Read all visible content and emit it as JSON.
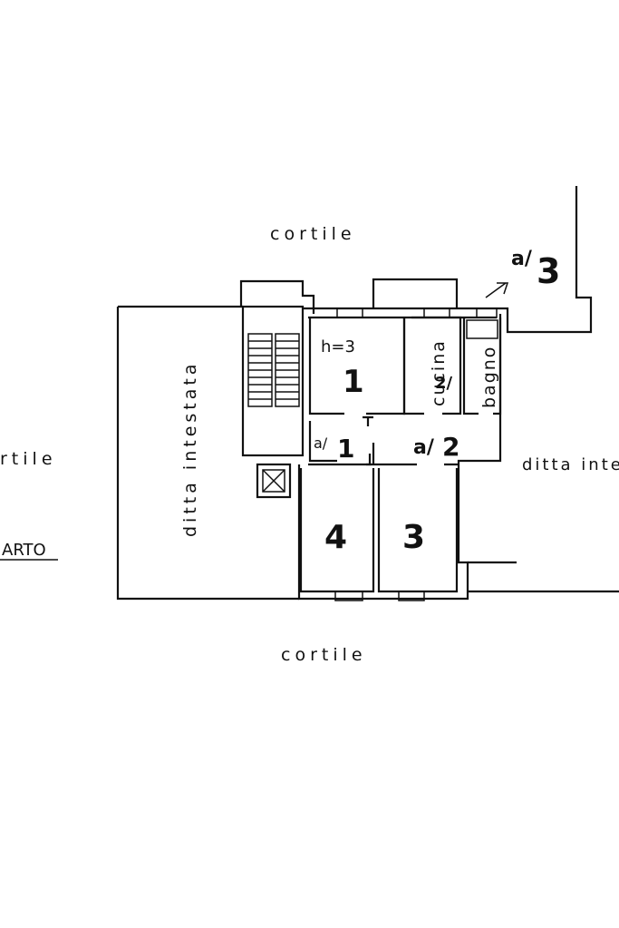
{
  "labels": {
    "courtyard_top": "cortile",
    "courtyard_bottom": "cortile",
    "courtyard_left": "rtile",
    "left_building": "ditta intestata",
    "right_building": "ditta inte",
    "partial_left": "ARTO",
    "height_note": "h=3",
    "kitchen": "cucina",
    "bathroom": "bagno"
  },
  "room_numbers": {
    "room_1": "1",
    "room_3": "3",
    "room_4": "4",
    "hall_1": "1",
    "hall_2": "2",
    "ref_3": "3"
  },
  "annotations": {
    "hall_1_prefix": "a/",
    "hall_2_prefix": "a/",
    "kitchen_mark": "2/",
    "ref_3_prefix": "a/"
  }
}
